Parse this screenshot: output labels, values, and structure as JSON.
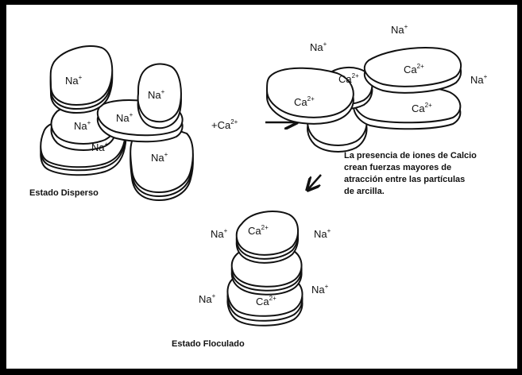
{
  "ions": {
    "na": "Na",
    "na_charge": "+",
    "ca": "Ca",
    "ca_charge": "2+",
    "add_calcium": "+Ca",
    "add_calcium_charge": "2+"
  },
  "captions": {
    "dispersed": "Estado Disperso",
    "flocculated": "Estado Floculado"
  },
  "note_lines": [
    "La presencia de iones de Calcio",
    "crean fuerzas mayores de",
    "atracción entre las partículas",
    "de arcilla."
  ]
}
